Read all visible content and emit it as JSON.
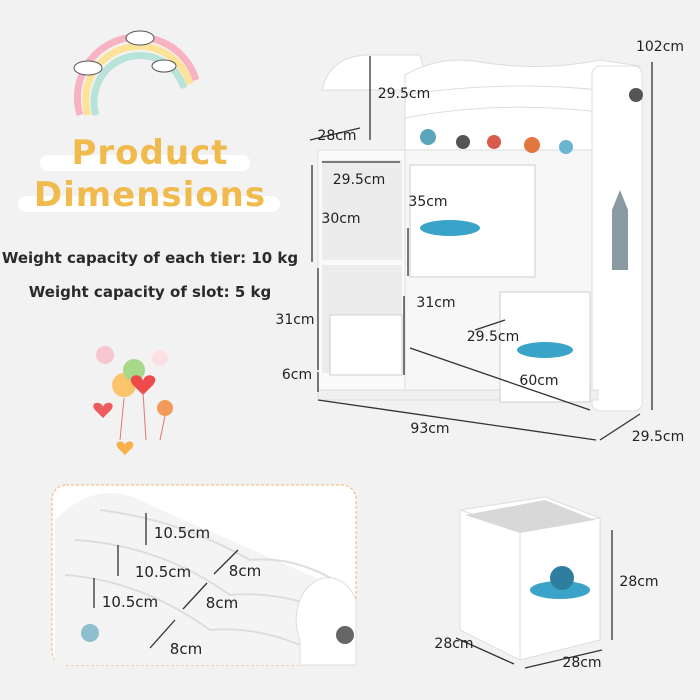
{
  "title": {
    "line1": "Product",
    "line2": "Dimensions"
  },
  "captions": {
    "tier_capacity": "Weight capacity of each tier: 10 kg",
    "slot_capacity": "Weight capacity of slot: 5 kg"
  },
  "main_dimensions": {
    "height_total": "102cm",
    "top_slot_height": "29.5cm",
    "side_depth": "28cm",
    "cube_width": "29.5cm",
    "bin_height": "35cm",
    "cube_height": "30cm",
    "middle_height": "31cm",
    "lower_height": "31cm",
    "lower_depth": "29.5cm",
    "leg_height": "6cm",
    "lower_width": "60cm",
    "total_width": "93cm",
    "total_depth": "29.5cm"
  },
  "detail_dimensions": {
    "slot_height_1": "10.5cm",
    "slot_height_2": "10.5cm",
    "slot_height_3": "10.5cm",
    "slot_depth_1": "8cm",
    "slot_depth_2": "8cm",
    "slot_depth_3": "8cm"
  },
  "bin_dimensions": {
    "height": "28cm",
    "depth": "28cm",
    "width": "28cm"
  },
  "colors": {
    "title": "#f0bb4c",
    "detail_border": "#f3b56b",
    "text": "#222222"
  }
}
